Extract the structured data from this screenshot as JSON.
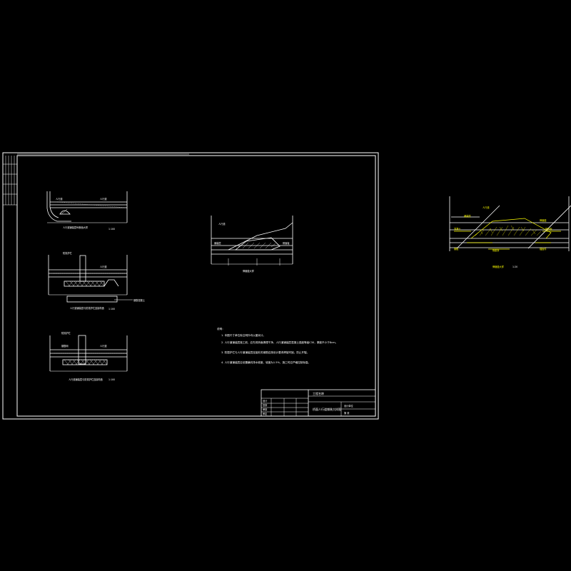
{
  "drawing": {
    "detail_a": {
      "label": "人行道铺装层纵断面大样",
      "scale": "1:100",
      "tag_left": "人行道",
      "tag_right": "人行道"
    },
    "detail_b": {
      "label": "人行道铺装层与防撞护栏连接构造",
      "scale": "1:100",
      "tag_top": "防撞护栏",
      "tag_right": "人行道",
      "tag_callout": "钢筋混凝土"
    },
    "detail_c": {
      "label": "人行道铺装层与防撞护栏连接构造",
      "scale": "1:100",
      "tag_top": "防撞护栏",
      "tag_mid": "钢筋网",
      "tag_right": "人行道"
    },
    "detail_d": {
      "label": "伸缩缝大样",
      "tag_top": "人行道",
      "tag_left": "铺装层",
      "tag_right": "桥面板"
    },
    "detail_e": {
      "label": "伸缩缝大样",
      "scale": "1:20",
      "tag_top": "人行道",
      "tag_left1": "铺装层",
      "tag_left2": "混凝土",
      "tag_right1": "伸缩缝",
      "tag_right2": "桥面板",
      "tag_bottom": "钢板",
      "tag_bottom2": "橡胶条",
      "tag_bottom3": "锚固件"
    },
    "notes": {
      "heading": "说明：",
      "items": [
        "1. 本图尺寸单位除注明外均以厘米计。",
        "2. 人行道铺装层施工前，应先将桥面清理干净，人行道铺装层混凝土强度等级C30，厚度不小于8cm。",
        "3. 防撞护栏与人行道铺装层连接处的钢筋应按设计要求焊接牢固，防止开裂。",
        "4. 人行道铺装层应设置横向排水坡度，坡度为1.5%，施工时应严格控制标高。"
      ]
    },
    "title_block": {
      "project": "工程名称",
      "drawing_title": "桥面人行道铺装大样图",
      "row_labels": [
        "设计",
        "复核",
        "审核",
        "审定"
      ],
      "design_unit": "设计单位",
      "sheet_no": "第 张"
    }
  },
  "colors": {
    "background": "#000000",
    "line": "#ffffff",
    "highlight": "#ffff00"
  }
}
